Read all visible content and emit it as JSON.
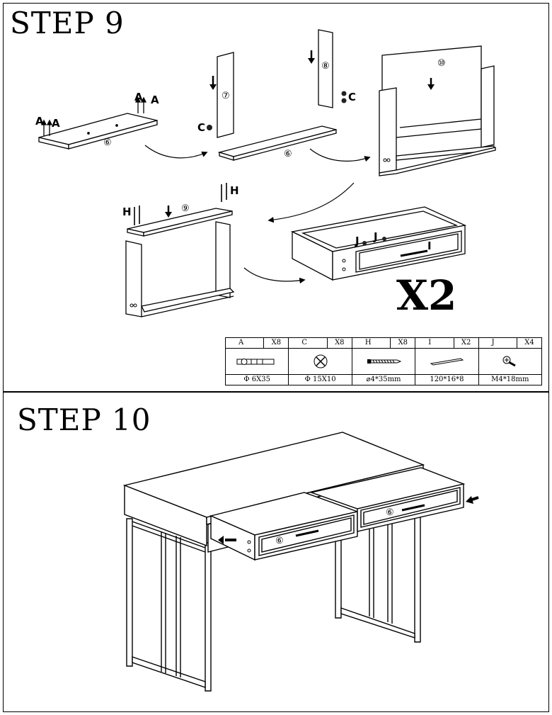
{
  "step9": {
    "title": "STEP  9",
    "multiplier": "X2",
    "labels": {
      "a": "A",
      "c": "C",
      "h": "H",
      "i": "I",
      "j": "J"
    },
    "part_numbers": {
      "p6": "⑥",
      "p7": "⑦",
      "p8": "⑧",
      "p9": "⑨",
      "p10": "⑩"
    },
    "parts": [
      {
        "code": "A",
        "qty": "X8",
        "size": "Φ 6X35",
        "icon": "dowel-icon"
      },
      {
        "code": "C",
        "qty": "X8",
        "size": "Φ 15X10",
        "icon": "cam-lock-icon"
      },
      {
        "code": "H",
        "qty": "X8",
        "size": "⌀4*35mm",
        "icon": "wood-screw-icon"
      },
      {
        "code": "I",
        "qty": "X2",
        "size": "120*16*8",
        "icon": "handle-icon"
      },
      {
        "code": "J",
        "qty": "X4",
        "size": "M4*18mm",
        "icon": "machine-screw-icon"
      }
    ]
  },
  "step10": {
    "title": "STEP  10",
    "drawer_label": "⑥"
  }
}
